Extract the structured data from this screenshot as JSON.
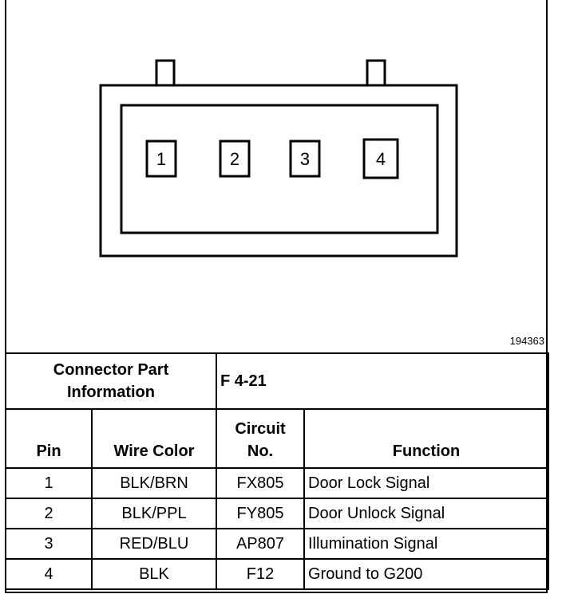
{
  "figure_id": "194363",
  "connector": {
    "pins": [
      "1",
      "2",
      "3",
      "4"
    ]
  },
  "part_info": {
    "label_line1": "Connector Part",
    "label_line2": "Information",
    "value": "F 4-21"
  },
  "columns": {
    "pin": "Pin",
    "wire_color": "Wire Color",
    "circuit_line1": "Circuit",
    "circuit_line2": "No.",
    "function": "Function"
  },
  "rows": [
    {
      "pin": "1",
      "wire_color": "BLK/BRN",
      "circuit": "FX805",
      "function": "Door Lock Signal"
    },
    {
      "pin": "2",
      "wire_color": "BLK/PPL",
      "circuit": "FY805",
      "function": "Door Unlock Signal"
    },
    {
      "pin": "3",
      "wire_color": "RED/BLU",
      "circuit": "AP807",
      "function": "Illumination Signal"
    },
    {
      "pin": "4",
      "wire_color": "BLK",
      "circuit": "F12",
      "function": "Ground to G200"
    }
  ]
}
